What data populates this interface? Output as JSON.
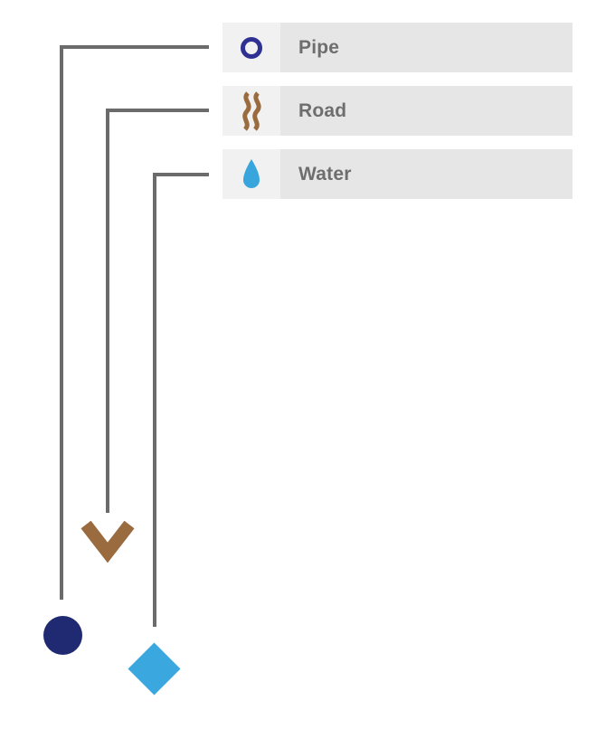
{
  "matching": {
    "items": [
      {
        "id": "pipe",
        "label": "Pipe",
        "icon": "ring-icon",
        "icon_color": "#2e3192"
      },
      {
        "id": "road",
        "label": "Road",
        "icon": "road-waves-icon",
        "icon_color": "#9a6b3e"
      },
      {
        "id": "water",
        "label": "Water",
        "icon": "water-drop-icon",
        "icon_color": "#38a6dd"
      }
    ],
    "targets": [
      {
        "id": "navy-circle",
        "shape": "circle",
        "color": "#1f2a72",
        "connected_item": "Pipe"
      },
      {
        "id": "brown-chevron",
        "shape": "chevron-down",
        "color": "#9a6b3e",
        "connected_item": "Road"
      },
      {
        "id": "blue-diamond",
        "shape": "diamond",
        "color": "#3aa7de",
        "connected_item": "Water"
      }
    ],
    "connectors": {
      "color": "#6b6b6b",
      "thickness": 4
    },
    "styles": {
      "row_icon_bg": "#f1f1f1",
      "row_label_bg": "#e6e6e6",
      "label_text_color": "#6e6e6e",
      "page_bg": "#ffffff"
    }
  }
}
